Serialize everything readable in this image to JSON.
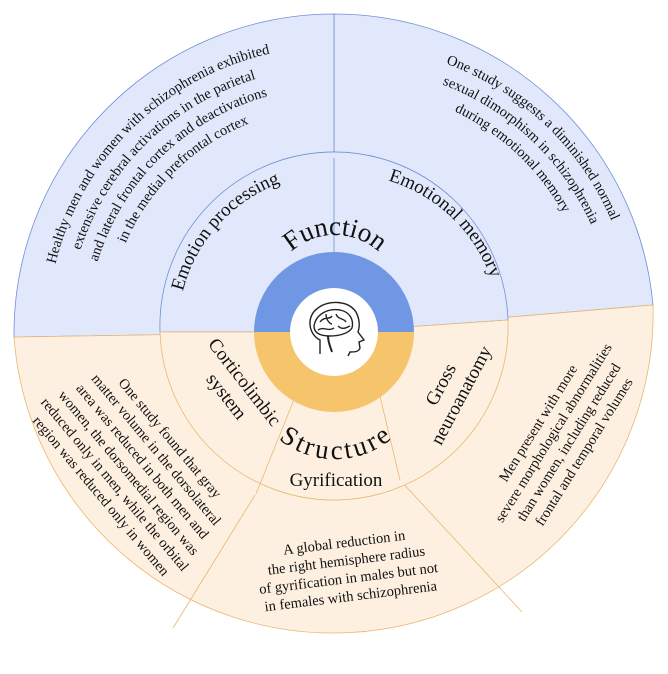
{
  "colors": {
    "function_outer": "#e2e8fb",
    "function_line": "#6f8fd6",
    "function_core": "#7097e3",
    "structure_outer": "#fdf0e1",
    "structure_line": "#eab770",
    "structure_core": "#f6c46a"
  },
  "core": {
    "function_label": "Function",
    "structure_label": "Structure",
    "icon": "head-brain-icon"
  },
  "function": {
    "emotion_processing": {
      "label": "Emotion processing",
      "text": [
        "Healthy men and women with schizophrenia exhibited",
        "extensive cerebral activations in the parietal",
        "and lateral frontal cortex  and deactivations",
        "in the medial prefrontal cortex"
      ]
    },
    "emotional_memory": {
      "label": "Emotional memory",
      "text": [
        "One study suggests a diminished normal",
        "sexual dimorphism in schizophrenia",
        "during emotional memory"
      ]
    }
  },
  "structure": {
    "corticolimbic": {
      "label_line1": "Corticolimbic",
      "label_line2": "system",
      "text": [
        "One study found that gray",
        "matter volume in the dorsolateral",
        "area was reduced in both men and",
        "women, the dorsomedial region was",
        "reduced only in men, while the orbital",
        "region was reduced only in women"
      ]
    },
    "gyrification": {
      "label": "Gyrification",
      "text": [
        "A global reduction in",
        "the right hemisphere radius",
        "of gyrification in males but not",
        "in females with schizophrenia"
      ]
    },
    "gross_neuroanatomy": {
      "label_line1": "Gross",
      "label_line2": "neuroanatomy",
      "text": [
        "Men present with more",
        "severe morphological abnormalities",
        "than women, including reduced",
        "frontal and temporal volumes"
      ]
    }
  }
}
